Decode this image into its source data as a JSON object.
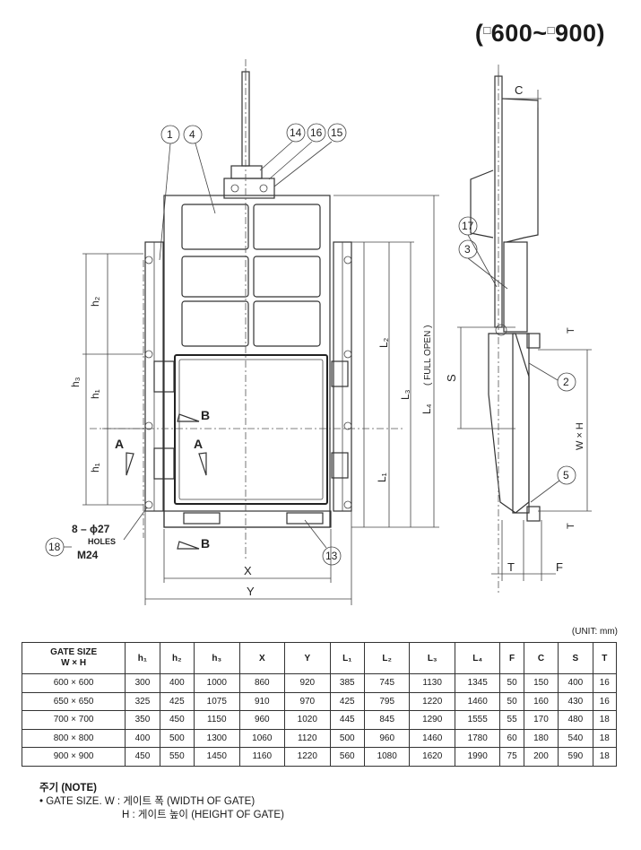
{
  "title": {
    "prefix": "(",
    "box1": "□",
    "from": "600",
    "tilde": "~",
    "box2": "□",
    "to": "900",
    "suffix": ")"
  },
  "drawing": {
    "callouts": [
      "1",
      "4",
      "14",
      "16",
      "15",
      "17",
      "3",
      "2",
      "5",
      "18",
      "13"
    ],
    "dimensions": {
      "h2": "h₂",
      "h3": "h₃",
      "h1_upper": "h₁",
      "h1_lower": "h₁",
      "L1": "L₁",
      "L2": "L₂",
      "L3": "L₃",
      "L4": "L₄",
      "full_open": "( FULL OPEN )",
      "X": "X",
      "Y": "Y",
      "C": "C",
      "S": "S",
      "T_top": "T",
      "T_bottom": "T",
      "T_side": "T",
      "F": "F",
      "WxH": "W × H"
    },
    "section_marks": {
      "A": "A",
      "B": "B"
    },
    "holes": {
      "count": "8 – ϕ27",
      "label": "HOLES",
      "bolt": "M24"
    }
  },
  "unit_label": "(UNIT: mm)",
  "table": {
    "headers": [
      "GATE SIZE",
      "W × H",
      "h₁",
      "h₂",
      "h₃",
      "X",
      "Y",
      "L₁",
      "L₂",
      "L₃",
      "L₄",
      "F",
      "C",
      "S",
      "T"
    ],
    "rows": [
      [
        "600 × 600",
        "300",
        "400",
        "1000",
        "860",
        "920",
        "385",
        "745",
        "1130",
        "1345",
        "50",
        "150",
        "400",
        "16"
      ],
      [
        "650 × 650",
        "325",
        "425",
        "1075",
        "910",
        "970",
        "425",
        "795",
        "1220",
        "1460",
        "50",
        "160",
        "430",
        "16"
      ],
      [
        "700 × 700",
        "350",
        "450",
        "1150",
        "960",
        "1020",
        "445",
        "845",
        "1290",
        "1555",
        "55",
        "170",
        "480",
        "18"
      ],
      [
        "800 × 800",
        "400",
        "500",
        "1300",
        "1060",
        "1120",
        "500",
        "960",
        "1460",
        "1780",
        "60",
        "180",
        "540",
        "18"
      ],
      [
        "900 × 900",
        "450",
        "550",
        "1450",
        "1160",
        "1220",
        "560",
        "1080",
        "1620",
        "1990",
        "75",
        "200",
        "590",
        "18"
      ]
    ]
  },
  "note": {
    "heading": "주기 (NOTE)",
    "bullet": "•",
    "label": "GATE SIZE.",
    "w_key": "W :",
    "w_text": "게이트 폭   (WIDTH OF GATE)",
    "h_key": "H :",
    "h_text": "게이트 높이 (HEIGHT OF GATE)"
  }
}
